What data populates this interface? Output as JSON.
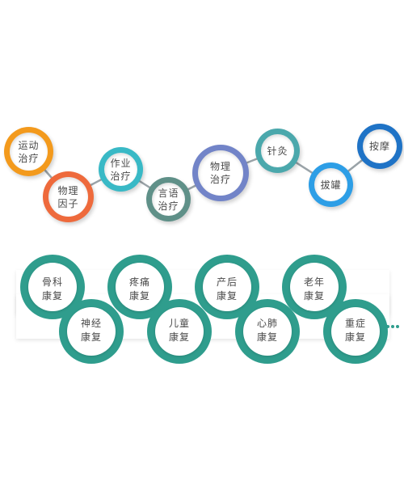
{
  "therapy_chain": {
    "nodes": [
      {
        "id": "n1",
        "lines": [
          "运动",
          "治疗"
        ],
        "color": "#f39a1d"
      },
      {
        "id": "n2",
        "lines": [
          "物理",
          "因子"
        ],
        "color": "#ee6a3c"
      },
      {
        "id": "n3",
        "lines": [
          "作业",
          "治疗"
        ],
        "color": "#39b9c6"
      },
      {
        "id": "n4",
        "lines": [
          "言语",
          "治疗"
        ],
        "color": "#5f9088"
      },
      {
        "id": "n5",
        "lines": [
          "物理",
          "治疗"
        ],
        "color": "#7284c8"
      },
      {
        "id": "n6",
        "lines": [
          "针灸"
        ],
        "color": "#4ba8ac"
      },
      {
        "id": "n7",
        "lines": [
          "拔罐"
        ],
        "color": "#2d9ee6"
      },
      {
        "id": "n8",
        "lines": [
          "按摩"
        ],
        "color": "#1f73c6"
      }
    ],
    "connector_color": "#9aa3a8"
  },
  "rehab": {
    "top": [
      {
        "lines": [
          "骨科",
          "康复"
        ]
      },
      {
        "lines": [
          "疼痛",
          "康复"
        ]
      },
      {
        "lines": [
          "产后",
          "康复"
        ]
      },
      {
        "lines": [
          "老年",
          "康复"
        ]
      }
    ],
    "bottom": [
      {
        "lines": [
          "神经",
          "康复"
        ]
      },
      {
        "lines": [
          "儿童",
          "康复"
        ]
      },
      {
        "lines": [
          "心肺",
          "康复"
        ]
      },
      {
        "lines": [
          "重症",
          "康复"
        ]
      }
    ],
    "ring_color": "#2f9d8d"
  }
}
